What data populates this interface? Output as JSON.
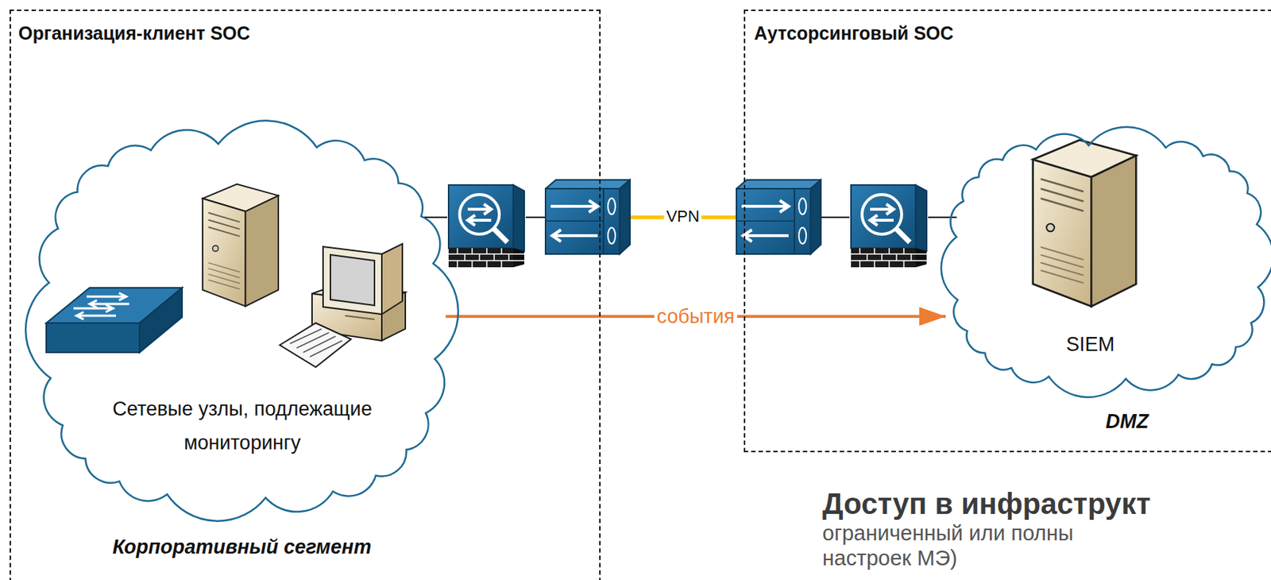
{
  "diagram": {
    "nodes": [
      {
        "text": [
          "Организация-клиент SOC"
        ]
      },
      {
        "text": [
          "Сетевые узлы, подлежащие мониторингу",
          "Корпоративный сегмент"
        ],
        "in": 0
      },
      {
        "text": [
          "Аутсорсинговый SOC"
        ]
      },
      {
        "text": [
          "SIEM",
          "DMZ"
        ],
        "in": 2
      }
    ],
    "edges": [
      {
        "from": 1,
        "to": 3,
        "label": "события",
        "arrow": "to"
      }
    ],
    "labels": [
      "VPN",
      "Доступ в инфраструкт",
      "ограниченный или полны",
      "настроек МЭ)"
    ]
  }
}
